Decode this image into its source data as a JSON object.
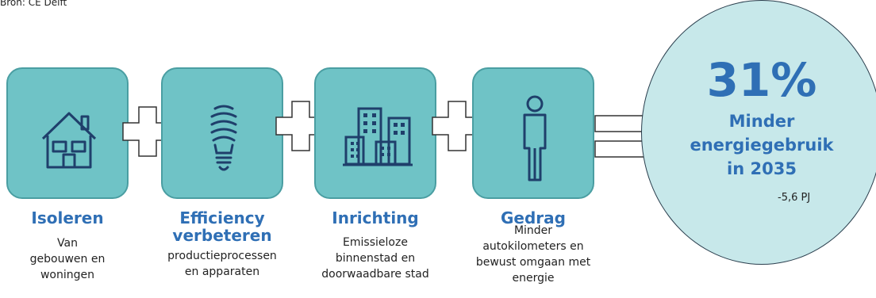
{
  "top_text": "Bron: CE Delft",
  "steps": [
    {
      "title": "Isoleren",
      "desc": [
        "Van",
        "gebouwen en",
        "woningen"
      ],
      "icon": "house-icon"
    },
    {
      "title_lines": [
        "Efficiency",
        "verbeteren"
      ],
      "desc": [
        "productieprocessen",
        "en apparaten"
      ],
      "icon": "lightbulb-icon"
    },
    {
      "title": "Inrichting",
      "desc": [
        "Emissieloze",
        "binnenstad en",
        "doorwaadbare stad"
      ],
      "icon": "buildings-icon"
    },
    {
      "title": "Gedrag",
      "desc": [
        "Minder",
        "autokilometers en",
        "bewust omgaan met",
        "energie"
      ],
      "icon": "person-icon"
    }
  ],
  "result": {
    "percentage": "31%",
    "lines": [
      "Minder",
      "energiegebruik",
      "in 2035"
    ],
    "pj": "-5,6 PJ"
  },
  "colors": {
    "box_fill": "#6fc3c6",
    "box_border": "#4a9ea2",
    "title_blue": "#2f6fb5",
    "circle_fill": "#c7e8ea",
    "icon_stroke": "#1f3f6b"
  }
}
